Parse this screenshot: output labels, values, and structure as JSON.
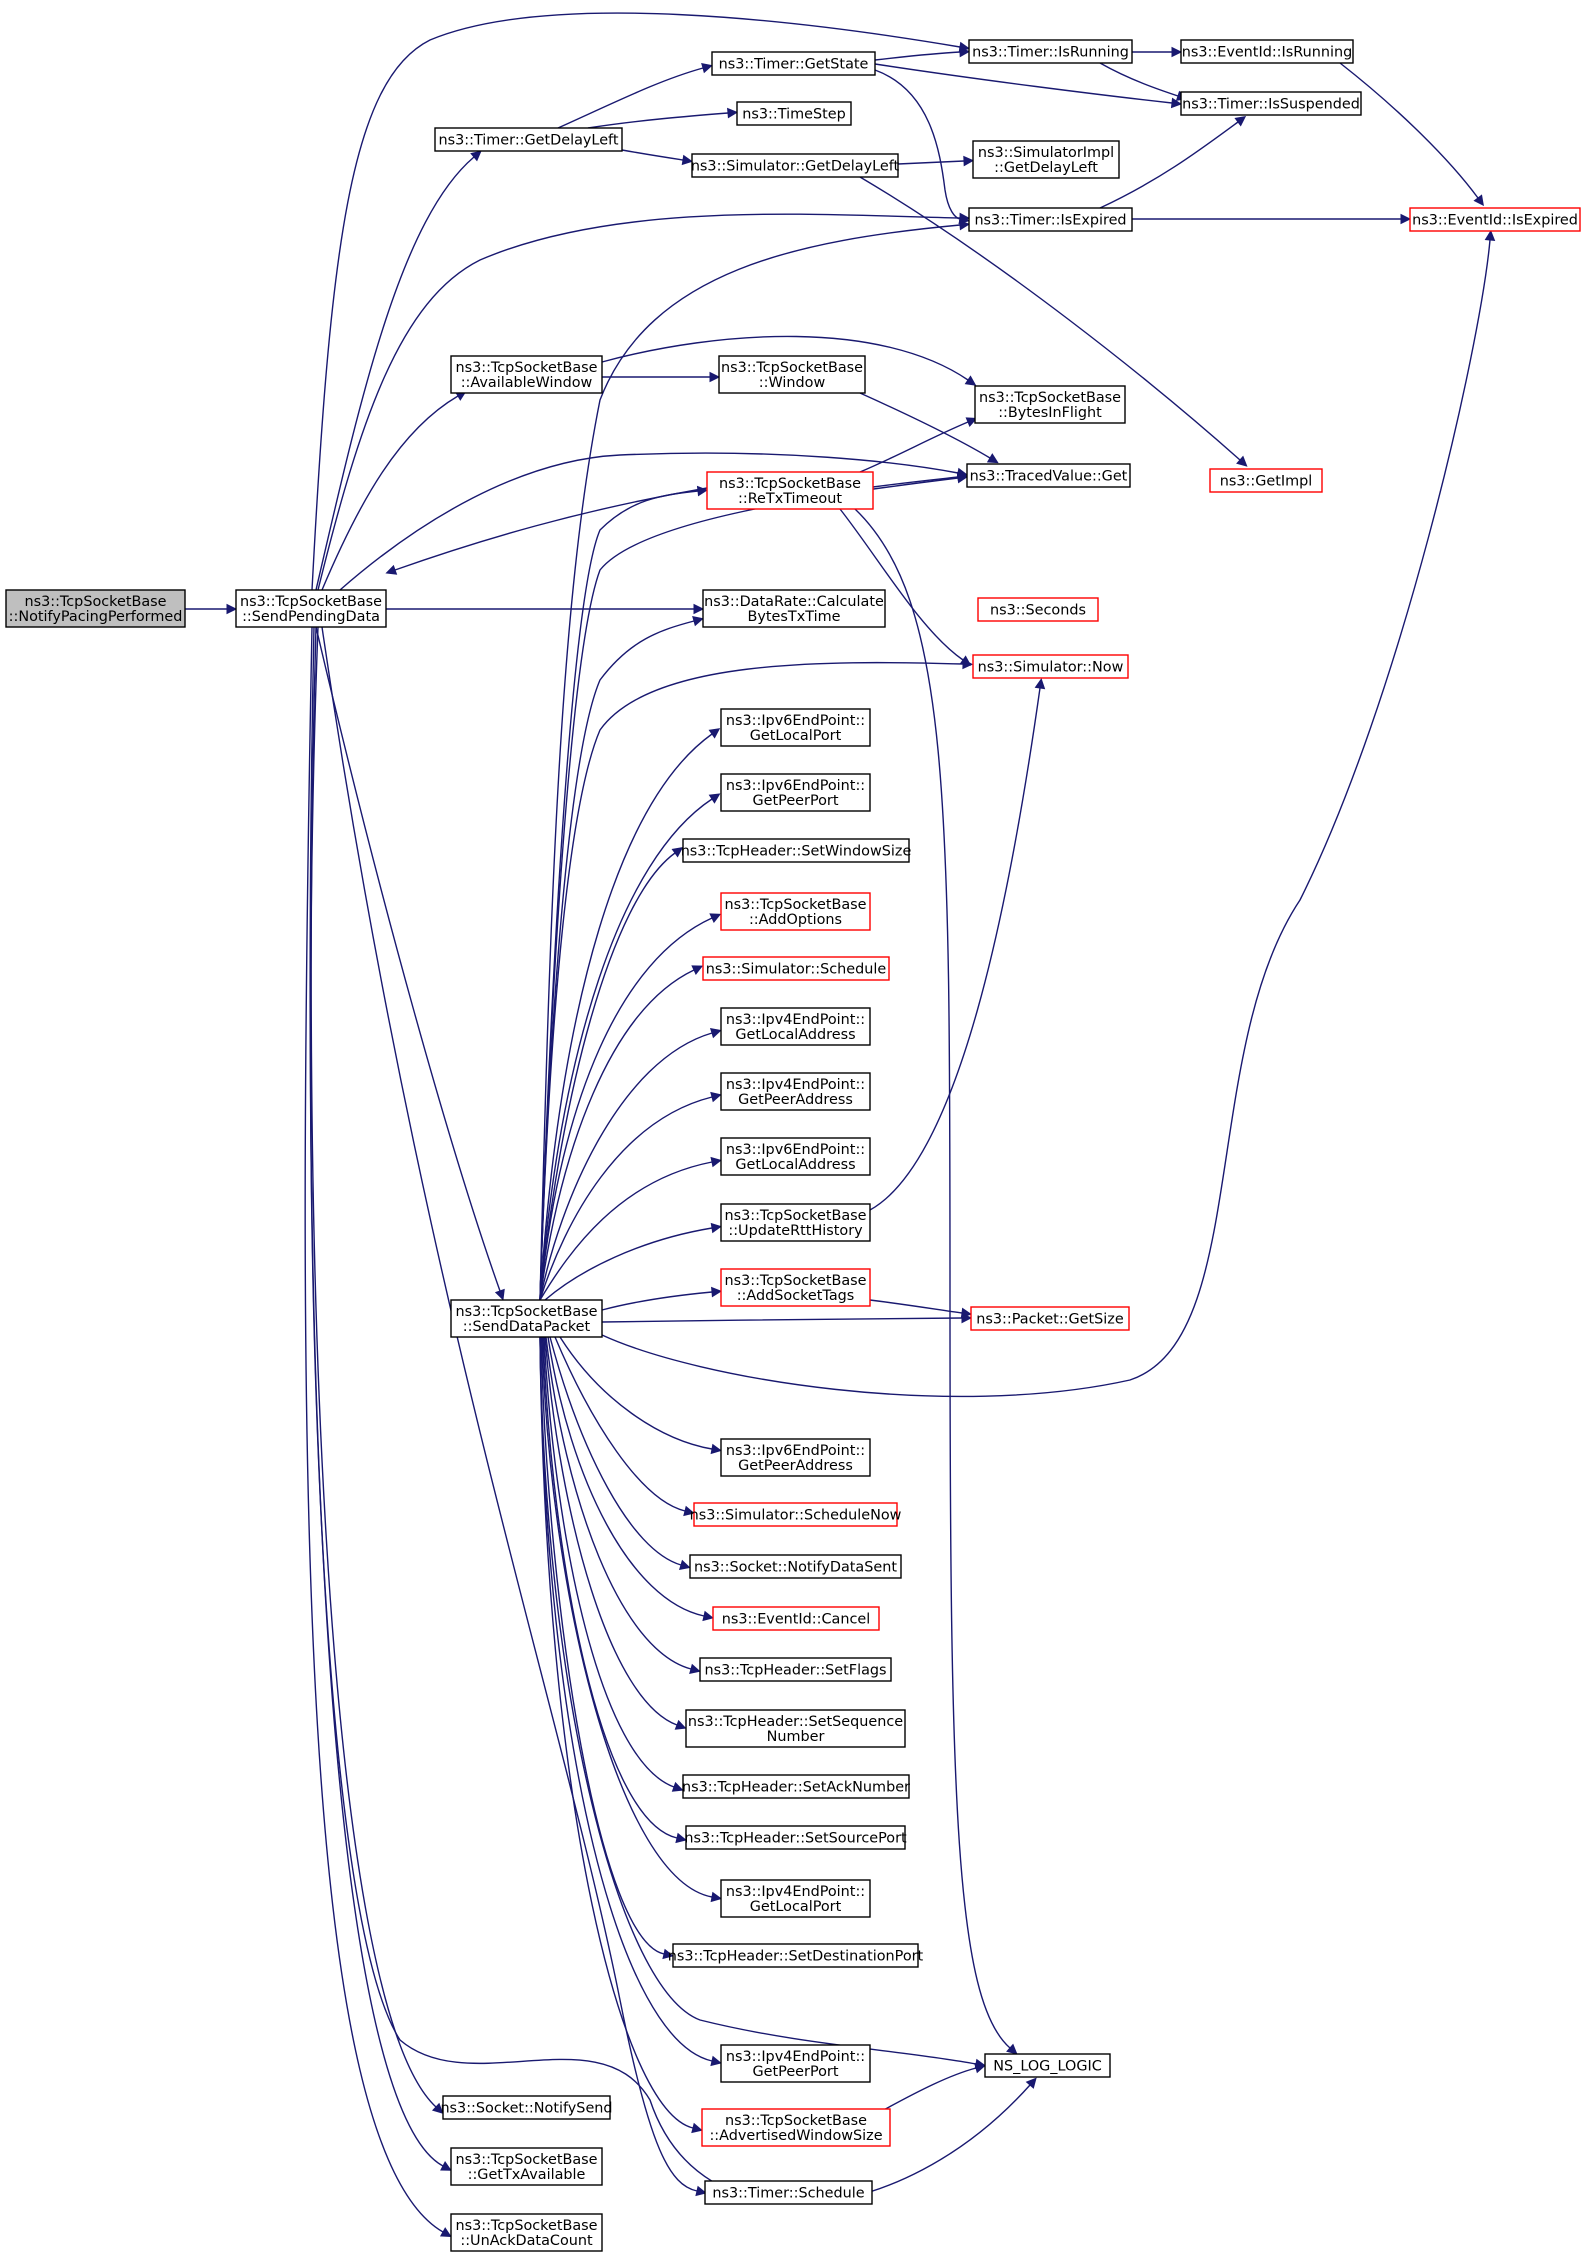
{
  "diagram": {
    "type": "call-graph",
    "colors": {
      "edge": "#191970",
      "node_border": "#000000",
      "node_border_undocumented": "#ff0000",
      "root_fill": "#bfbfbf"
    },
    "nodes": [
      {
        "id": "root",
        "lines": [
          "ns3::TcpSocketBase",
          "::NotifyPacingPerformed"
        ],
        "style": "root"
      },
      {
        "id": "spd",
        "lines": [
          "ns3::TcpSocketBase",
          "::SendPendingData"
        ],
        "style": "normal"
      },
      {
        "id": "gdl",
        "lines": [
          "ns3::Timer::GetDelayLeft"
        ],
        "style": "normal"
      },
      {
        "id": "gs",
        "lines": [
          "ns3::Timer::GetState"
        ],
        "style": "normal"
      },
      {
        "id": "ts",
        "lines": [
          "ns3::TimeStep"
        ],
        "style": "normal"
      },
      {
        "id": "sgdl",
        "lines": [
          "ns3::Simulator::GetDelayLeft"
        ],
        "style": "normal"
      },
      {
        "id": "tir",
        "lines": [
          "ns3::Timer::IsRunning"
        ],
        "style": "normal"
      },
      {
        "id": "eir",
        "lines": [
          "ns3::EventId::IsRunning"
        ],
        "style": "normal"
      },
      {
        "id": "tis",
        "lines": [
          "ns3::Timer::IsSuspended"
        ],
        "style": "normal"
      },
      {
        "id": "sigdl",
        "lines": [
          "ns3::SimulatorImpl",
          "::GetDelayLeft"
        ],
        "style": "normal"
      },
      {
        "id": "tie",
        "lines": [
          "ns3::Timer::IsExpired"
        ],
        "style": "normal"
      },
      {
        "id": "eie",
        "lines": [
          "ns3::EventId::IsExpired"
        ],
        "style": "red"
      },
      {
        "id": "aw",
        "lines": [
          "ns3::TcpSocketBase",
          "::AvailableWindow"
        ],
        "style": "normal"
      },
      {
        "id": "win",
        "lines": [
          "ns3::TcpSocketBase",
          "::Window"
        ],
        "style": "normal"
      },
      {
        "id": "bif",
        "lines": [
          "ns3::TcpSocketBase",
          "::BytesInFlight"
        ],
        "style": "normal"
      },
      {
        "id": "rtt",
        "lines": [
          "ns3::TcpSocketBase",
          "::ReTxTimeout"
        ],
        "style": "red"
      },
      {
        "id": "tvg",
        "lines": [
          "ns3::TracedValue::Get"
        ],
        "style": "normal"
      },
      {
        "id": "gimpl",
        "lines": [
          "ns3::GetImpl"
        ],
        "style": "red"
      },
      {
        "id": "drc",
        "lines": [
          "ns3::DataRate::Calculate",
          "BytesTxTime"
        ],
        "style": "normal"
      },
      {
        "id": "sec",
        "lines": [
          "ns3::Seconds"
        ],
        "style": "red"
      },
      {
        "id": "now",
        "lines": [
          "ns3::Simulator::Now"
        ],
        "style": "red"
      },
      {
        "id": "i6glp",
        "lines": [
          "ns3::Ipv6EndPoint::",
          "GetLocalPort"
        ],
        "style": "normal"
      },
      {
        "id": "i6gpp",
        "lines": [
          "ns3::Ipv6EndPoint::",
          "GetPeerPort"
        ],
        "style": "normal"
      },
      {
        "id": "thsws",
        "lines": [
          "ns3::TcpHeader::SetWindowSize"
        ],
        "style": "normal"
      },
      {
        "id": "ao",
        "lines": [
          "ns3::TcpSocketBase",
          "::AddOptions"
        ],
        "style": "red"
      },
      {
        "id": "ssch",
        "lines": [
          "ns3::Simulator::Schedule"
        ],
        "style": "red"
      },
      {
        "id": "i4gla",
        "lines": [
          "ns3::Ipv4EndPoint::",
          "GetLocalAddress"
        ],
        "style": "normal"
      },
      {
        "id": "i4gpa",
        "lines": [
          "ns3::Ipv4EndPoint::",
          "GetPeerAddress"
        ],
        "style": "normal"
      },
      {
        "id": "i6gla",
        "lines": [
          "ns3::Ipv6EndPoint::",
          "GetLocalAddress"
        ],
        "style": "normal"
      },
      {
        "id": "urh",
        "lines": [
          "ns3::TcpSocketBase",
          "::UpdateRttHistory"
        ],
        "style": "normal"
      },
      {
        "id": "sdp",
        "lines": [
          "ns3::TcpSocketBase",
          "::SendDataPacket"
        ],
        "style": "normal"
      },
      {
        "id": "ast",
        "lines": [
          "ns3::TcpSocketBase",
          "::AddSocketTags"
        ],
        "style": "red"
      },
      {
        "id": "pgs",
        "lines": [
          "ns3::Packet::GetSize"
        ],
        "style": "red"
      },
      {
        "id": "i6gpa",
        "lines": [
          "ns3::Ipv6EndPoint::",
          "GetPeerAddress"
        ],
        "style": "normal"
      },
      {
        "id": "sschn",
        "lines": [
          "ns3::Simulator::ScheduleNow"
        ],
        "style": "red"
      },
      {
        "id": "snds",
        "lines": [
          "ns3::Socket::NotifyDataSent"
        ],
        "style": "normal"
      },
      {
        "id": "ecan",
        "lines": [
          "ns3::EventId::Cancel"
        ],
        "style": "red"
      },
      {
        "id": "thsf",
        "lines": [
          "ns3::TcpHeader::SetFlags"
        ],
        "style": "normal"
      },
      {
        "id": "thssn",
        "lines": [
          "ns3::TcpHeader::SetSequence",
          "Number"
        ],
        "style": "normal"
      },
      {
        "id": "thsan",
        "lines": [
          "ns3::TcpHeader::SetAckNumber"
        ],
        "style": "normal"
      },
      {
        "id": "thssp",
        "lines": [
          "ns3::TcpHeader::SetSourcePort"
        ],
        "style": "normal"
      },
      {
        "id": "i4glp",
        "lines": [
          "ns3::Ipv4EndPoint::",
          "GetLocalPort"
        ],
        "style": "normal"
      },
      {
        "id": "thsdp",
        "lines": [
          "ns3::TcpHeader::SetDestinationPort"
        ],
        "style": "normal"
      },
      {
        "id": "i4gpp",
        "lines": [
          "ns3::Ipv4EndPoint::",
          "GetPeerPort"
        ],
        "style": "normal"
      },
      {
        "id": "nll",
        "lines": [
          "NS_LOG_LOGIC"
        ],
        "style": "normal"
      },
      {
        "id": "aws",
        "lines": [
          "ns3::TcpSocketBase",
          "::AdvertisedWindowSize"
        ],
        "style": "red"
      },
      {
        "id": "sns",
        "lines": [
          "ns3::Socket::NotifySend"
        ],
        "style": "normal"
      },
      {
        "id": "gtxa",
        "lines": [
          "ns3::TcpSocketBase",
          "::GetTxAvailable"
        ],
        "style": "normal"
      },
      {
        "id": "tsch",
        "lines": [
          "ns3::Timer::Schedule"
        ],
        "style": "normal"
      },
      {
        "id": "uadc",
        "lines": [
          "ns3::TcpSocketBase",
          "::UnAckDataCount"
        ],
        "style": "normal"
      }
    ]
  }
}
